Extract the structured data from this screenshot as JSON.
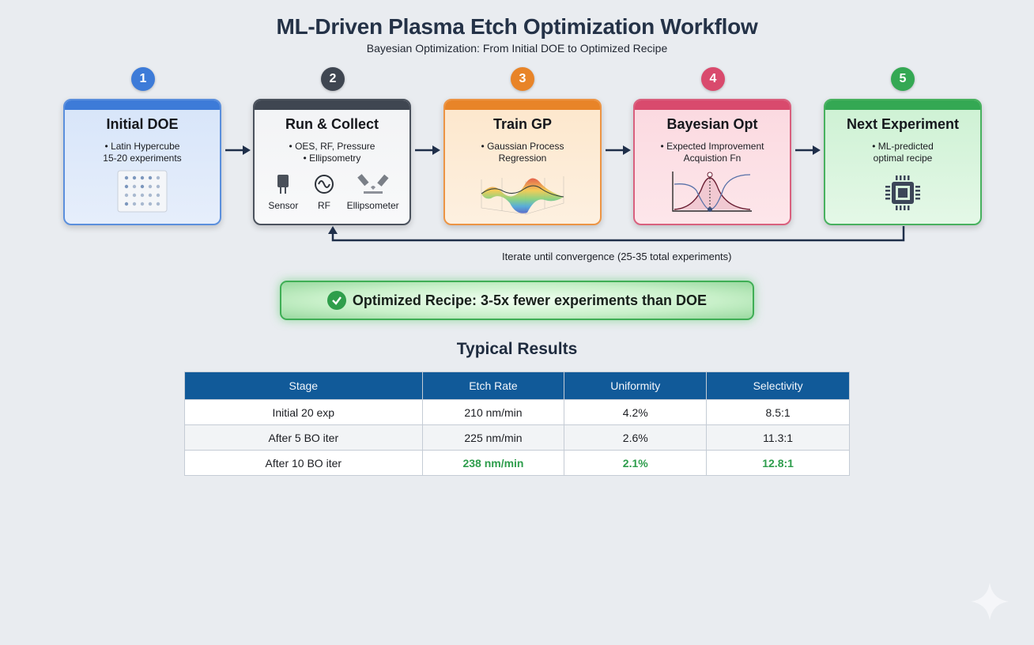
{
  "header": {
    "title": "ML-Driven Plasma Etch Optimization Workflow",
    "subtitle": "Bayesian Optimization: From Initial DOE to Optimized Recipe"
  },
  "steps": [
    {
      "number": "1",
      "title": "Initial DOE",
      "desc_line1": "• Latin Hypercube",
      "desc_line2": "15-20 experiments",
      "color": "#3d7bd8",
      "icon": "doe-grid-icon"
    },
    {
      "number": "2",
      "title": "Run & Collect",
      "desc_line1": "• OES, RF, Pressure",
      "desc_line2": "• Ellipsometry",
      "color": "#3f4651",
      "icon": "sensor-rf-ellipsometer-icons",
      "icon_labels": [
        "Sensor",
        "RF",
        "Ellipsometer"
      ]
    },
    {
      "number": "3",
      "title": "Train GP",
      "desc_line1": "• Gaussian Process",
      "desc_line2": "Regression",
      "color": "#e88428",
      "icon": "gp-surface-icon"
    },
    {
      "number": "4",
      "title": "Bayesian Opt",
      "desc_line1": "• Expected Improvement",
      "desc_line2": "Acquistion Fn",
      "color": "#d94a6d",
      "icon": "acquisition-curve-icon"
    },
    {
      "number": "5",
      "title": "Next Experiment",
      "desc_line1": "• ML-predicted",
      "desc_line2": "optimal recipe",
      "color": "#34a853",
      "icon": "chip-icon"
    }
  ],
  "loop": {
    "label": "Iterate until convergence (25-35 total experiments)"
  },
  "banner": {
    "text": "Optimized Recipe: 3-5x fewer experiments than DOE"
  },
  "results": {
    "title": "Typical Results",
    "columns": [
      "Stage",
      "Etch Rate",
      "Uniformity",
      "Selectivity"
    ],
    "rows": [
      [
        "Initial 20 exp",
        "210 nm/min",
        "4.2%",
        "8.5:1"
      ],
      [
        "After 5 BO iter",
        "225 nm/min",
        "2.6%",
        "11.3:1"
      ],
      [
        "After 10 BO iter",
        "238 nm/min",
        "2.1%",
        "12.8:1"
      ]
    ],
    "highlight_color": "#2e9d4c"
  }
}
